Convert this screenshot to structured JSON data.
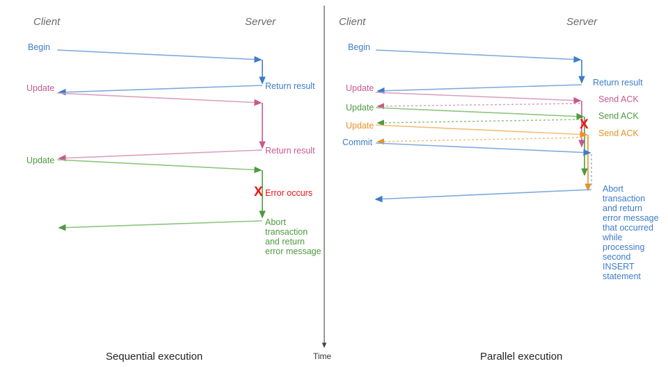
{
  "figure": {
    "title_left": "Sequential execution",
    "title_right": "Parallel execution",
    "time_axis_label": "Time"
  },
  "colors": {
    "blue": "#3d7cc9",
    "blue_light": "#7fa9dc",
    "pink": "#c9588f",
    "pink_light": "#d9a0c0",
    "green": "#4e9a3f",
    "green_light": "#8cc47c",
    "orange": "#e8912a",
    "orange_light": "#f2bd77",
    "red": "#ee1111",
    "header_gray": "#6b6b6b",
    "axis_gray": "#444444"
  },
  "left_panel": {
    "header_client": "Client",
    "header_server": "Server",
    "caption": "Sequential execution",
    "messages": [
      {
        "label": "Begin",
        "color": "blue"
      },
      {
        "label": "Return result",
        "color": "blue"
      },
      {
        "label": "Update",
        "color": "pink"
      },
      {
        "label": "Return result",
        "color": "pink"
      },
      {
        "label": "Update",
        "color": "green"
      },
      {
        "label": "Error occurs",
        "color": "red"
      },
      {
        "label": "Abort\ntransaction\nand return\nerror message",
        "color": "green"
      }
    ],
    "error_marker": "X"
  },
  "right_panel": {
    "header_client": "Client",
    "header_server": "Server",
    "caption": "Parallel execution",
    "messages": [
      {
        "label": "Begin",
        "color": "blue"
      },
      {
        "label": "Return result",
        "color": "blue"
      },
      {
        "label": "Update",
        "color": "pink"
      },
      {
        "label": "Send ACK",
        "color": "pink"
      },
      {
        "label": "Update",
        "color": "green"
      },
      {
        "label": "Send ACK",
        "color": "green"
      },
      {
        "label": "Update",
        "color": "orange"
      },
      {
        "label": "Send ACK",
        "color": "orange"
      },
      {
        "label": "Commit",
        "color": "blue"
      },
      {
        "label": "Abort\ntransaction\nand return\nerror message\nthat occurred\nwhile\nprocessing\nsecond\nINSERT\nstatement",
        "color": "blue"
      }
    ],
    "error_marker": "X"
  }
}
